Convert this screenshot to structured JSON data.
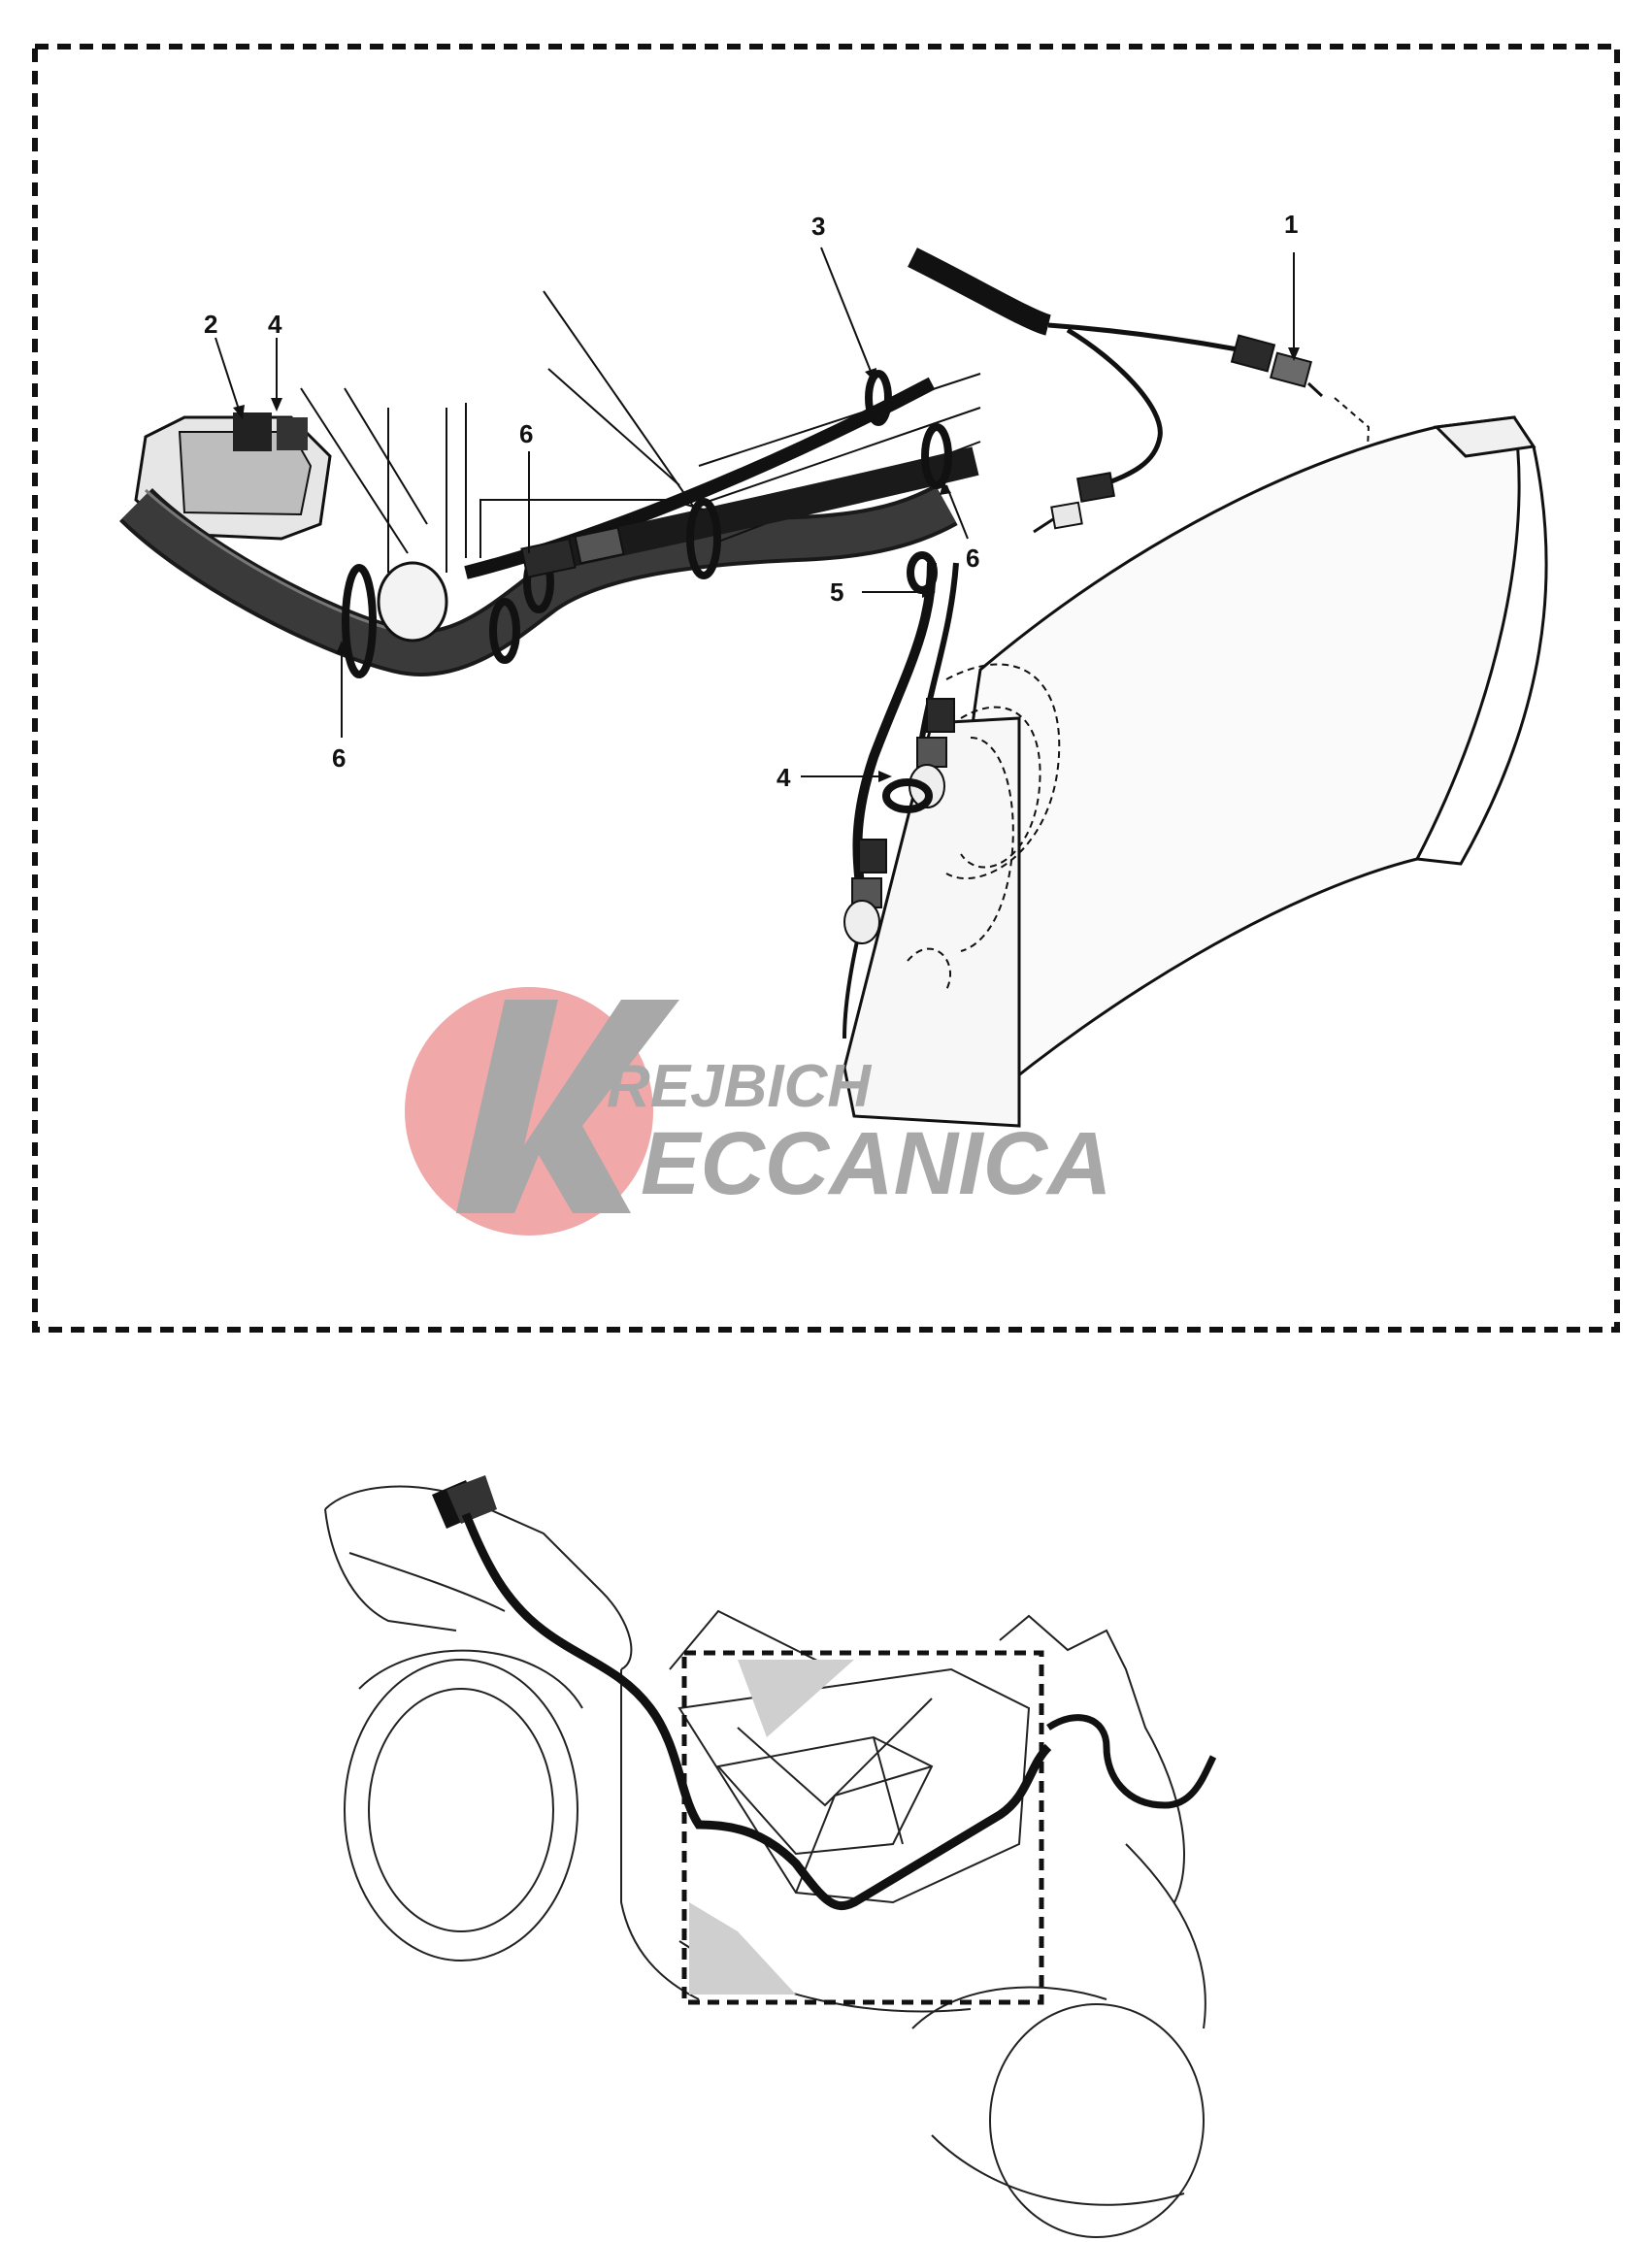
{
  "callouts": {
    "c1": "1",
    "c2": "2",
    "c3": "3",
    "c4_top": "4",
    "c4_mid": "4",
    "c5": "5",
    "c6_top": "6",
    "c6_right": "6",
    "c6_bottom": "6"
  },
  "watermark": {
    "line1": "REJBICH",
    "line2": "ECCANICA",
    "letter": "K",
    "circle_color": "#f1a8a8",
    "text_color": "#a8a8a8"
  },
  "colors": {
    "line": "#111111",
    "cable": "#1a1a1a",
    "frame_border": "#111111",
    "shade": "#cfcfcf"
  }
}
